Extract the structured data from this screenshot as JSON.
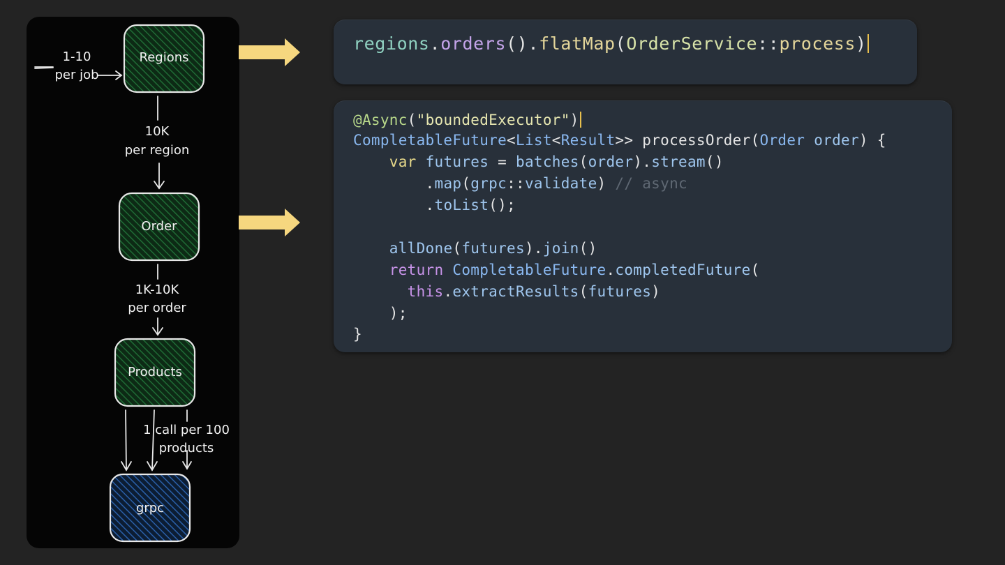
{
  "diagram": {
    "nodes": [
      {
        "id": "regions",
        "label": "Regions",
        "color": "#1f6b35"
      },
      {
        "id": "order",
        "label": "Order",
        "color": "#1f6b35"
      },
      {
        "id": "products",
        "label": "Products",
        "color": "#1f6b35"
      },
      {
        "id": "grpc",
        "label": "grpc",
        "color": "#2a5fa8"
      }
    ],
    "edges": {
      "job_to_regions": [
        "1-10",
        "per job"
      ],
      "regions_to_order": [
        "10K",
        "per region"
      ],
      "order_to_products": [
        "1K-10K",
        "per order"
      ],
      "products_to_grpc": [
        "1 call per 100",
        "products"
      ]
    }
  },
  "arrow_color": "#f6d77f",
  "code_top": {
    "tokens": [
      {
        "t": "regions",
        "c": "id"
      },
      {
        "t": ".",
        "c": "pl"
      },
      {
        "t": "orders",
        "c": "mt"
      },
      {
        "t": "()",
        "c": "pl"
      },
      {
        "t": ".",
        "c": "pl"
      },
      {
        "t": "flatMap",
        "c": "fn"
      },
      {
        "t": "(",
        "c": "pl"
      },
      {
        "t": "OrderService",
        "c": "cls"
      },
      {
        "t": "::",
        "c": "pl"
      },
      {
        "t": "process",
        "c": "fn"
      },
      {
        "t": ")",
        "c": "pl"
      }
    ]
  },
  "code_main": {
    "lines": [
      [
        {
          "t": "@Async",
          "c": "an"
        },
        {
          "t": "(",
          "c": "pl"
        },
        {
          "t": "\"boundedExecutor\"",
          "c": "str"
        },
        {
          "t": ")",
          "c": "pl"
        }
      ],
      [
        {
          "t": "CompletableFuture",
          "c": "ty"
        },
        {
          "t": "<",
          "c": "pl"
        },
        {
          "t": "List",
          "c": "ty"
        },
        {
          "t": "<",
          "c": "pl"
        },
        {
          "t": "Result",
          "c": "ty"
        },
        {
          "t": ">> ",
          "c": "pl"
        },
        {
          "t": "processOrder",
          "c": "pl"
        },
        {
          "t": "(",
          "c": "pl"
        },
        {
          "t": "Order",
          "c": "ty"
        },
        {
          "t": " ",
          "c": "pl"
        },
        {
          "t": "order",
          "c": "vr"
        },
        {
          "t": ") {",
          "c": "pl"
        }
      ],
      [
        {
          "t": "    ",
          "c": "pl"
        },
        {
          "t": "var",
          "c": "var"
        },
        {
          "t": " ",
          "c": "pl"
        },
        {
          "t": "futures",
          "c": "vr"
        },
        {
          "t": " = ",
          "c": "pl"
        },
        {
          "t": "batches",
          "c": "vr"
        },
        {
          "t": "(",
          "c": "pl"
        },
        {
          "t": "order",
          "c": "vr"
        },
        {
          "t": ").",
          "c": "pl"
        },
        {
          "t": "stream",
          "c": "vr"
        },
        {
          "t": "()",
          "c": "pl"
        }
      ],
      [
        {
          "t": "        .",
          "c": "pl"
        },
        {
          "t": "map",
          "c": "vr"
        },
        {
          "t": "(",
          "c": "pl"
        },
        {
          "t": "grpc",
          "c": "vr"
        },
        {
          "t": "::",
          "c": "pl"
        },
        {
          "t": "validate",
          "c": "vr"
        },
        {
          "t": ") ",
          "c": "pl"
        },
        {
          "t": "// async",
          "c": "cm"
        }
      ],
      [
        {
          "t": "        .",
          "c": "pl"
        },
        {
          "t": "toList",
          "c": "vr"
        },
        {
          "t": "();",
          "c": "pl"
        }
      ],
      [],
      [
        {
          "t": "    ",
          "c": "pl"
        },
        {
          "t": "allDone",
          "c": "vr"
        },
        {
          "t": "(",
          "c": "pl"
        },
        {
          "t": "futures",
          "c": "vr"
        },
        {
          "t": ").",
          "c": "pl"
        },
        {
          "t": "join",
          "c": "vr"
        },
        {
          "t": "()",
          "c": "pl"
        }
      ],
      [
        {
          "t": "    ",
          "c": "pl"
        },
        {
          "t": "return",
          "c": "kw"
        },
        {
          "t": " ",
          "c": "pl"
        },
        {
          "t": "CompletableFuture",
          "c": "ty"
        },
        {
          "t": ".",
          "c": "pl"
        },
        {
          "t": "completedFuture",
          "c": "vr"
        },
        {
          "t": "(",
          "c": "pl"
        }
      ],
      [
        {
          "t": "      ",
          "c": "pl"
        },
        {
          "t": "this",
          "c": "kw"
        },
        {
          "t": ".",
          "c": "pl"
        },
        {
          "t": "extractResults",
          "c": "vr"
        },
        {
          "t": "(",
          "c": "pl"
        },
        {
          "t": "futures",
          "c": "vr"
        },
        {
          "t": ")",
          "c": "pl"
        }
      ],
      [
        {
          "t": "    );",
          "c": "pl"
        }
      ],
      [
        {
          "t": "}",
          "c": "pl"
        }
      ]
    ]
  }
}
